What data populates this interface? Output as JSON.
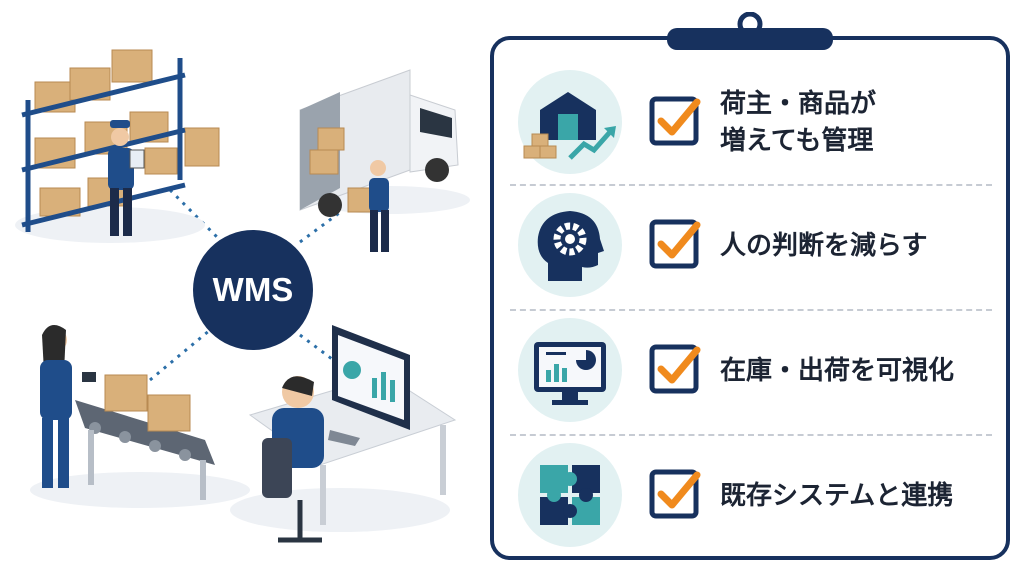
{
  "hub": {
    "label": "WMS"
  },
  "benefits": [
    {
      "icon": "warehouse-growth-icon",
      "text": "荷主・商品が\n増えても管理"
    },
    {
      "icon": "head-gear-icon",
      "text": "人の判断を減らす"
    },
    {
      "icon": "monitor-dashboard-icon",
      "text": "在庫・出荷を可視化"
    },
    {
      "icon": "puzzle-icon",
      "text": "既存システムと連携"
    }
  ],
  "colors": {
    "navy": "#17315e",
    "orange": "#f08a1d",
    "teal_bg": "#e2f1f2",
    "teal": "#3aa6a8",
    "box": "#d9b07a"
  }
}
